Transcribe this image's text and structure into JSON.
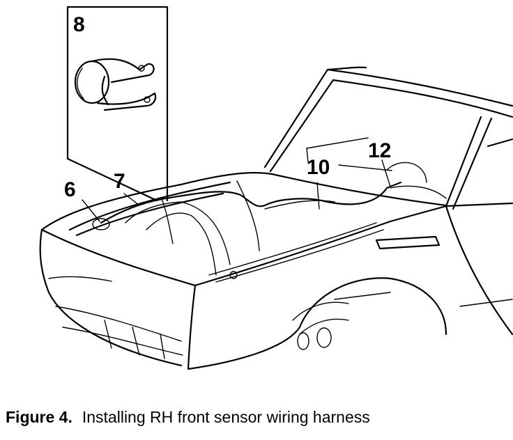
{
  "callouts": {
    "c6": "6",
    "c7": "7",
    "c8": "8",
    "c10": "10",
    "c12": "12"
  },
  "caption": {
    "label": "Figure 4.",
    "text": "Installing RH front sensor wiring harness"
  }
}
